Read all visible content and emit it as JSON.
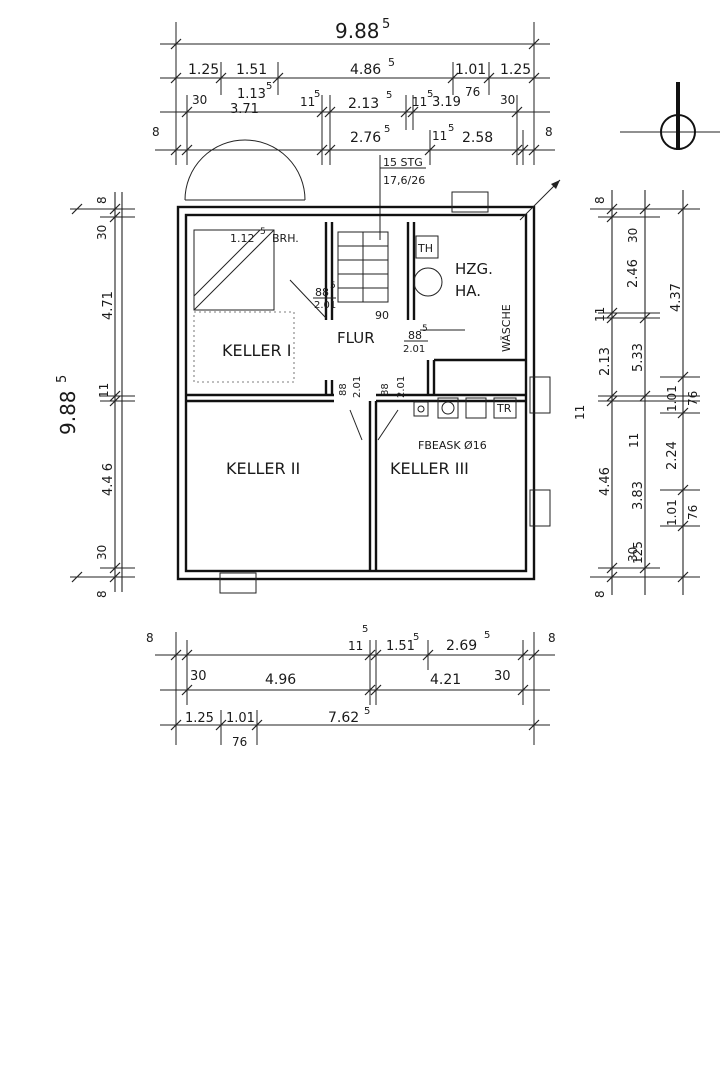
{
  "top_dims": {
    "overall": "9.88",
    "overall_sup": "5",
    "row1": [
      "1.25",
      "1.51",
      "4.86",
      "1.01",
      "1.25"
    ],
    "row1_sup_4": "5",
    "row2": [
      "30",
      "3.71",
      "1.13",
      "11",
      "2.13",
      "11",
      "3.19",
      "76",
      "30"
    ],
    "row3": [
      "8",
      "2.76",
      "11",
      "2.58",
      "8"
    ],
    "sup": "5"
  },
  "stair": {
    "count": "15 STG",
    "ratio": "17,6/26"
  },
  "left_dims": [
    "8",
    "30",
    "4.71",
    "9.88",
    "11",
    "4.4 6",
    "30",
    "8"
  ],
  "right_dims": {
    "outer": [
      "8",
      "30",
      "2.46",
      "11",
      "2.13",
      "11",
      "4.46",
      "30",
      "8"
    ],
    "mid": [
      "4.37",
      "5.33",
      "3.83",
      "11",
      "125"
    ],
    "inner": [
      "1.01",
      "76",
      "2.24",
      "1.01",
      "76"
    ]
  },
  "rooms": {
    "keller1": "KELLER I",
    "keller2": "KELLER II",
    "keller3": "KELLER III",
    "flur": "FLUR",
    "hzg1": "HZG.",
    "hzg2": "HA.",
    "waesche": "WÄSCHE",
    "th": "TH",
    "tr": "TR",
    "brh": "1.12",
    "brh_txt": "BRH.",
    "fbeask": "FBEASK Ø16"
  },
  "door_labels": {
    "d1a": "88",
    "d1b": "2.01",
    "d2a": "90",
    "d3a": "88",
    "d3b": "2.01",
    "d4a": "88",
    "d4b": "2.01",
    "d5a": "88",
    "d5b": "2.01"
  },
  "bottom_dims": {
    "row1": [
      "8",
      "11",
      "1.51",
      "2.69",
      "8"
    ],
    "row2": [
      "30",
      "4.96",
      "4.21",
      "30"
    ],
    "row3": [
      "1.25",
      "1.01",
      "7.62",
      "76"
    ]
  }
}
